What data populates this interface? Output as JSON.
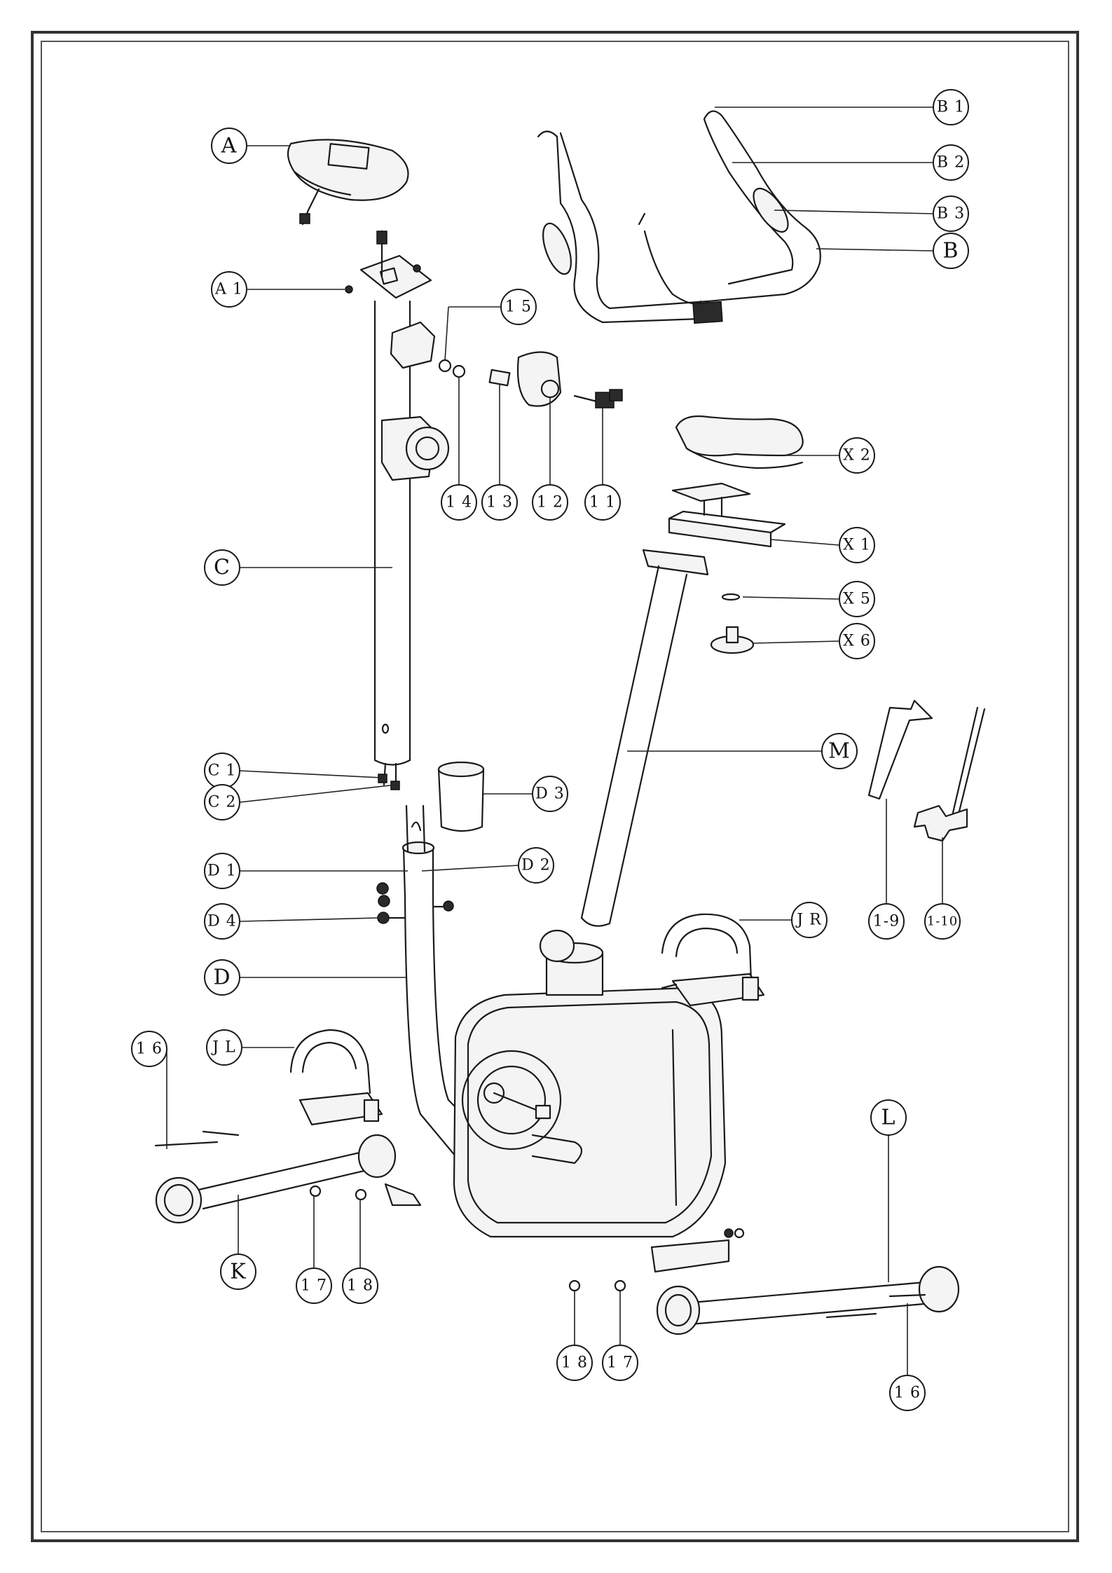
{
  "callouts": {
    "A": "A",
    "A1": "A 1",
    "B": "B",
    "B1": "B 1",
    "B2": "B 2",
    "B3": "B 3",
    "C": "C",
    "C1": "C 1",
    "C2": "C 2",
    "D": "D",
    "D1": "D 1",
    "D2": "D 2",
    "D3": "D 3",
    "D4": "D 4",
    "H1": "1 1",
    "H2": "1 2",
    "H3": "1 3",
    "H4": "1 4",
    "H5": "1 5",
    "S1": "X 1",
    "S2": "X 2",
    "S5": "X 5",
    "S6": "X 6",
    "M": "M",
    "T9": "1-9",
    "T10": "1-10",
    "JR": "J R",
    "JL": "J L",
    "L": "L",
    "K": "K",
    "F16a": "1 6",
    "F17a": "1 7",
    "F18a": "1 8",
    "F18b": "1 8",
    "F17b": "1 7",
    "F16b": "1 6"
  }
}
